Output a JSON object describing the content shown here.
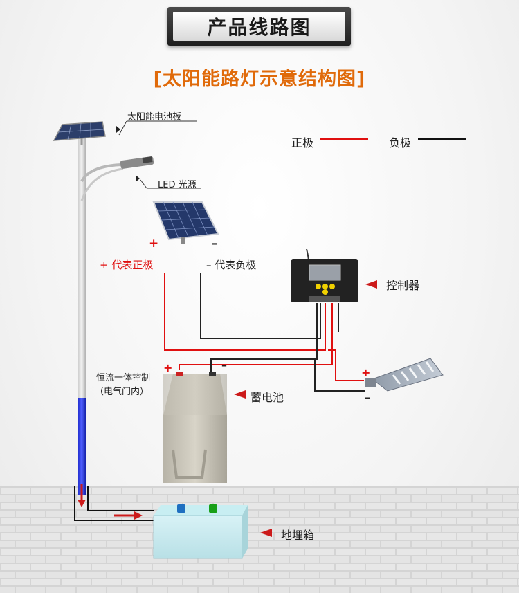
{
  "header": {
    "title": "产品线路图"
  },
  "subtitle": "[太阳能路灯示意结构图]",
  "legend": {
    "positive": {
      "label": "正极",
      "color": "#e01010"
    },
    "negative": {
      "label": "负极",
      "color": "#111111"
    }
  },
  "labels": {
    "solar_panel": "太阳能电池板",
    "led_light": "LED 光源",
    "plus_sign": "+",
    "minus_sign": "–",
    "positive_desc": "+ 代表正极",
    "negative_desc": "– 代表负极",
    "controller": "控制器",
    "battery": "蓄电池",
    "constant_current_line1": "恒流一体控制",
    "constant_current_line2": "（电气门内）",
    "buried_box": "地埋箱"
  },
  "colors": {
    "accent": "#e06a0a",
    "arrow": "#cc1a1a",
    "pole_blue": "#2233dd"
  }
}
